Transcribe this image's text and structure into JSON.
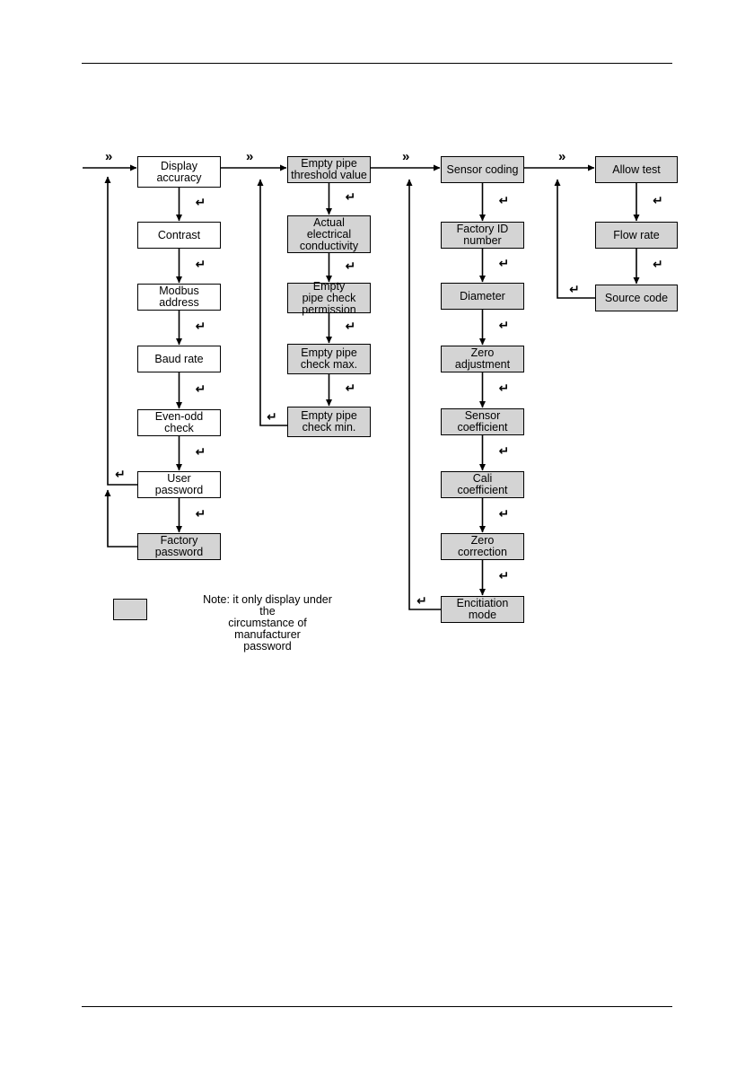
{
  "columns": [
    {
      "items": [
        {
          "label": "Display\naccuracy",
          "gray": false
        },
        {
          "label": "Contrast",
          "gray": false
        },
        {
          "label": "Modbus\naddress",
          "gray": false
        },
        {
          "label": "Baud rate",
          "gray": false
        },
        {
          "label": "Even-odd\ncheck",
          "gray": false
        },
        {
          "label": "User\npassword",
          "gray": false
        },
        {
          "label": "Factory\npassword",
          "gray": true
        }
      ]
    },
    {
      "items": [
        {
          "label": "Empty pipe\nthreshold value",
          "gray": true
        },
        {
          "label": "Actual\nelectrical\nconductivity",
          "gray": true
        },
        {
          "label": "Empty\npipe check\npermission",
          "gray": true
        },
        {
          "label": "Empty pipe\ncheck max.",
          "gray": true
        },
        {
          "label": "Empty pipe\ncheck min.",
          "gray": true
        }
      ]
    },
    {
      "items": [
        {
          "label": "Sensor coding",
          "gray": true
        },
        {
          "label": "Factory ID\nnumber",
          "gray": true
        },
        {
          "label": "Diameter",
          "gray": true
        },
        {
          "label": "Zero\nadjustment",
          "gray": true
        },
        {
          "label": "Sensor\ncoefficient",
          "gray": true
        },
        {
          "label": "Cali\ncoefficient",
          "gray": true
        },
        {
          "label": "Zero\ncorrection",
          "gray": true
        },
        {
          "label": "Encitiation\nmode",
          "gray": true
        }
      ]
    },
    {
      "items": [
        {
          "label": "Allow test",
          "gray": true
        },
        {
          "label": "Flow rate",
          "gray": true
        },
        {
          "label": "Source code",
          "gray": true
        }
      ]
    }
  ],
  "note": {
    "text": "Note: it only display under the\ncircumstance of manufacturer\npassword"
  },
  "icons": {
    "right_key": "right-key-icon",
    "enter_key": "enter-key-icon"
  },
  "colors": {
    "gray_box": "#d4d4d4",
    "line": "#000000"
  }
}
